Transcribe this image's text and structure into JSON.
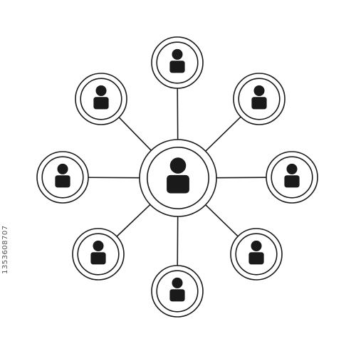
{
  "diagram": {
    "type": "hub-and-spoke network",
    "hub": {
      "icon": "person-icon"
    },
    "nodes": [
      {
        "id": "top",
        "icon": "person-icon"
      },
      {
        "id": "top-right",
        "icon": "person-icon"
      },
      {
        "id": "right",
        "icon": "person-icon"
      },
      {
        "id": "bottom-right",
        "icon": "person-icon"
      },
      {
        "id": "bottom",
        "icon": "person-icon"
      },
      {
        "id": "bottom-left",
        "icon": "person-icon"
      },
      {
        "id": "left",
        "icon": "person-icon"
      },
      {
        "id": "top-left",
        "icon": "person-icon"
      }
    ],
    "colors": {
      "stroke": "#1a1a1a",
      "fill": "#1a1a1a",
      "background": "#ffffff"
    }
  },
  "watermark": {
    "side_text": "1353608707"
  }
}
